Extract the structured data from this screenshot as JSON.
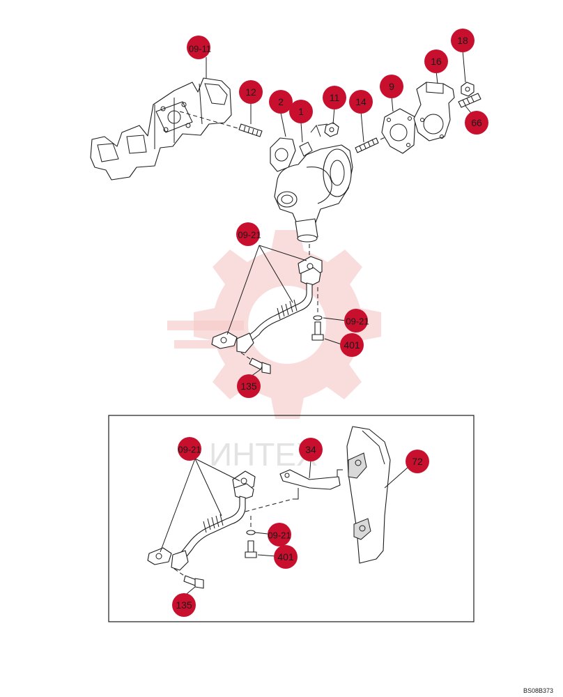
{
  "watermark": {
    "text": "ИНТЕХ"
  },
  "drawing_code": "BS08B373",
  "callouts": {
    "c_09_11": "09-11",
    "c_12": "12",
    "c_2": "2",
    "c_1": "1",
    "c_11": "11",
    "c_14": "14",
    "c_9": "9",
    "c_16": "16",
    "c_18": "18",
    "c_66": "66",
    "c_09_21_top": "09-21",
    "c_09_21_right": "09-21",
    "c_401": "401",
    "c_135": "135",
    "c_09_21_inset": "09-21",
    "c_34": "34",
    "c_72": "72",
    "c_09_21_inset_right": "09-21",
    "c_401_inset": "401",
    "c_135_inset": "135"
  },
  "colors": {
    "callout": "#c8102e",
    "watermark": "#f6c9c9"
  }
}
